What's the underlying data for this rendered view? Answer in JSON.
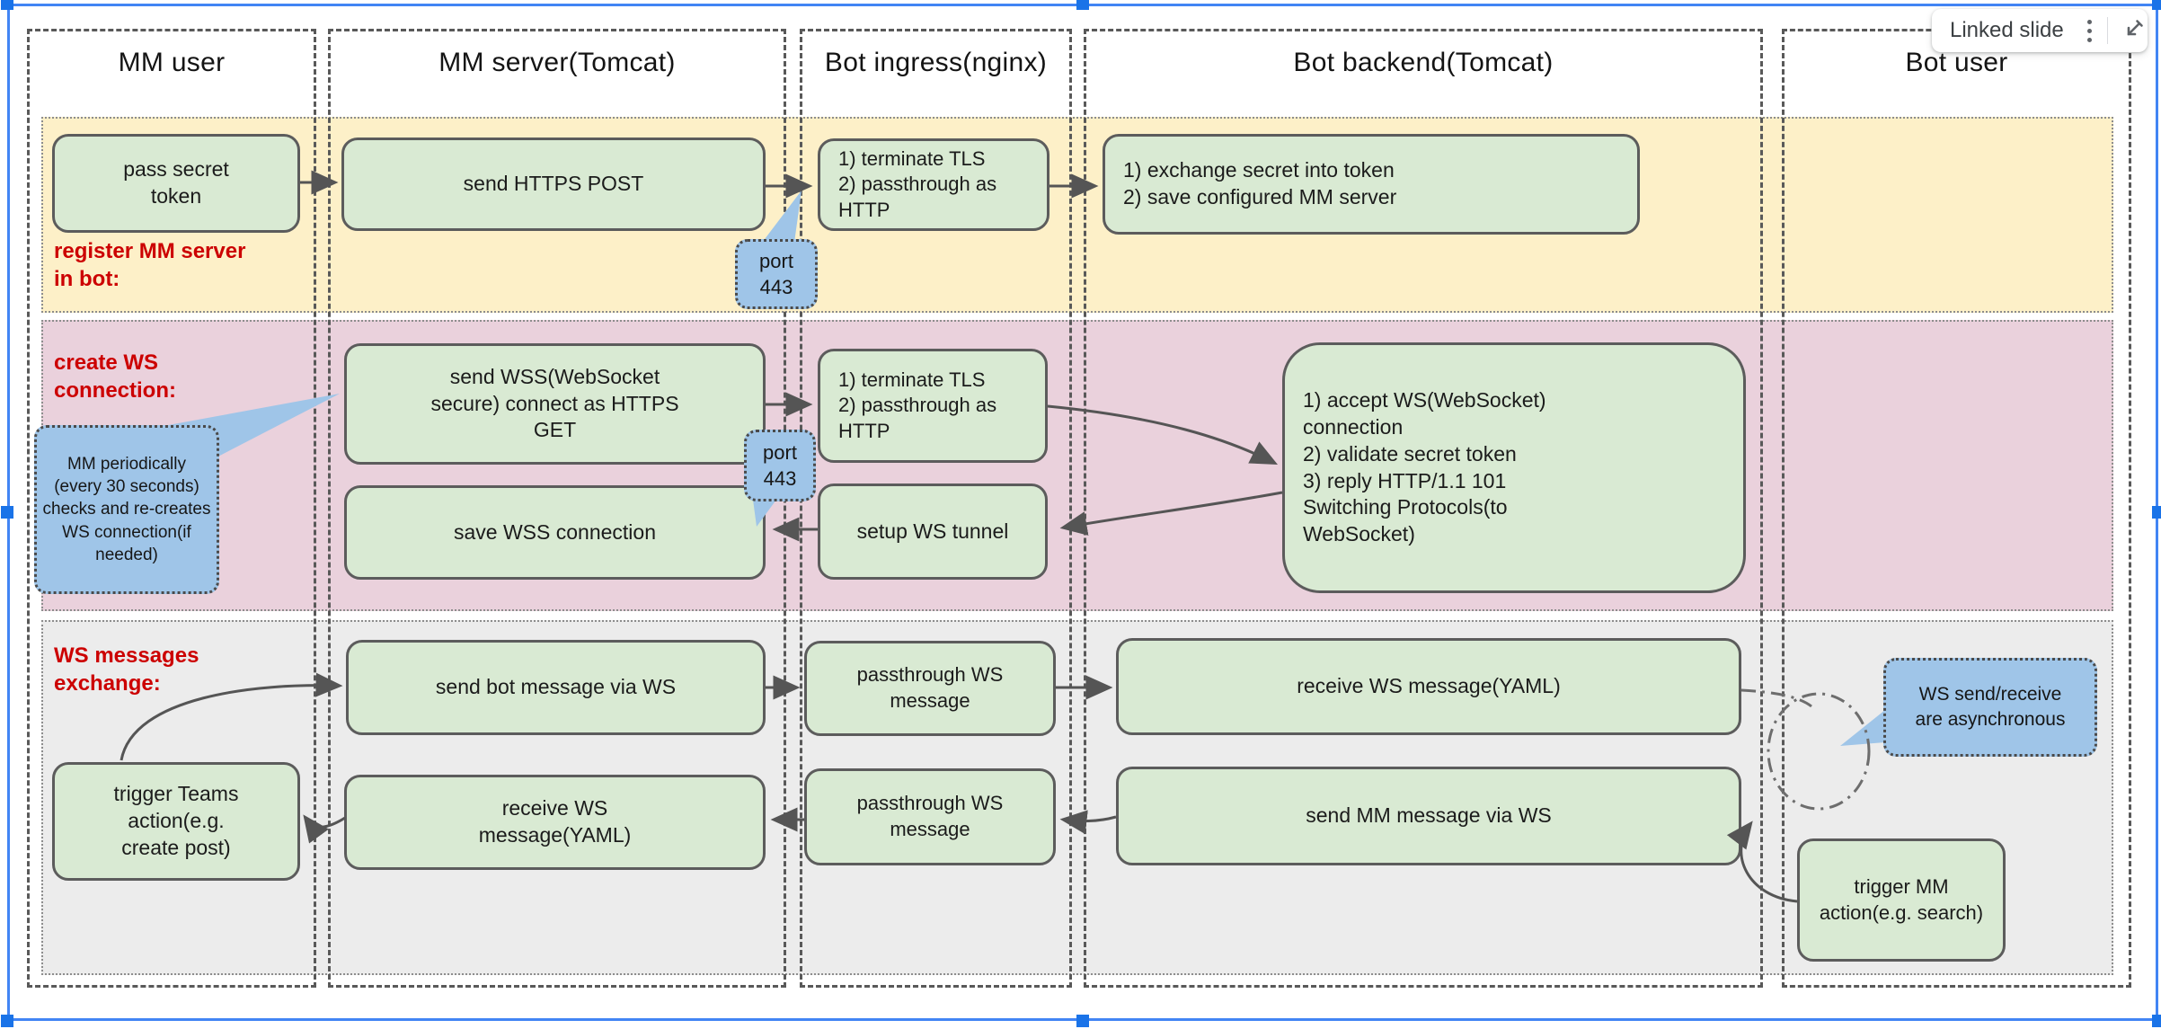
{
  "badge": {
    "label": "Linked slide"
  },
  "columns": [
    {
      "title": "MM user"
    },
    {
      "title": "MM server(Tomcat)"
    },
    {
      "title": "Bot ingress(nginx)"
    },
    {
      "title": "Bot backend(Tomcat)"
    },
    {
      "title": "Bot user"
    }
  ],
  "row_labels": {
    "register": "register MM server\nin bot:",
    "create_ws": "create WS\nconnection:",
    "ws_exchange": "WS messages\nexchange:"
  },
  "boxes": {
    "b1": "pass secret\ntoken",
    "b2": "send HTTPS POST",
    "b3": "1) terminate TLS\n2) passthrough as HTTP",
    "b4": "1) exchange secret into token\n2) save configured MM server",
    "b5": "send WSS(WebSocket\nsecure) connect as HTTPS\nGET",
    "b6": "save WSS connection",
    "b7": "1) terminate TLS\n2) passthrough as HTTP",
    "b8": "setup WS tunnel",
    "b9": "1) accept WS(WebSocket)\nconnection\n2) validate secret token\n3) reply HTTP/1.1 101\nSwitching Protocols(to\nWebSocket)",
    "b10": "trigger Teams\naction(e.g.\ncreate post)",
    "b11": "send bot message via WS",
    "b12": "passthrough WS message",
    "b13": "receive WS message(YAML)",
    "b14": "send MM message via WS",
    "b15": "passthrough WS message",
    "b16": "receive WS\nmessage(YAML)",
    "b17": "trigger MM\naction(e.g. search)"
  },
  "callouts": {
    "port_443_top": "port\n443",
    "port_443_mid": "port\n443",
    "mm_periodic": "MM periodically\n(every 30 seconds)\nchecks and re-creates\nWS connection(if\nneeded)",
    "ws_async": "WS send/receive\nare asynchronous"
  },
  "colors": {
    "band_yellow": "#fdf0c8",
    "band_pink": "#ead1dc",
    "band_gray": "#ececec",
    "process_box_green": "#d9ead3",
    "process_box_border": "#5c5c5c",
    "callout_blue": "#9fc5e8",
    "row_label_red": "#cc0000",
    "lane_border_gray": "#595959",
    "selection_border_blue": "#4285f4",
    "selection_handle_blue": "#1a73e8",
    "arrow_gray": "#555555"
  }
}
